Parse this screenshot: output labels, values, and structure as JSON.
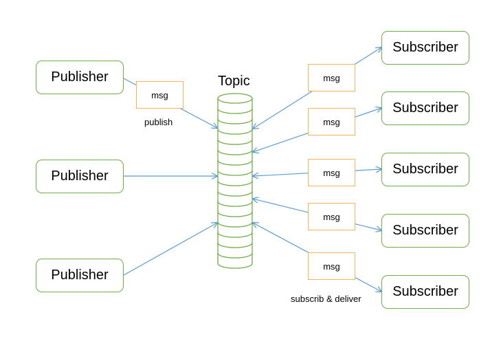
{
  "diagram": {
    "topic_label": "Topic",
    "publish_label": "publish",
    "subscribe_label": "subscrib & deliver",
    "publishers": [
      {
        "label": "Publisher"
      },
      {
        "label": "Publisher"
      },
      {
        "label": "Publisher"
      }
    ],
    "subscribers": [
      {
        "label": "Subscriber"
      },
      {
        "label": "Subscriber"
      },
      {
        "label": "Subscriber"
      },
      {
        "label": "Subscriber"
      },
      {
        "label": "Subscriber"
      }
    ],
    "publish_msgs": [
      {
        "label": "msg"
      }
    ],
    "deliver_msgs": [
      {
        "label": "msg"
      },
      {
        "label": "msg"
      },
      {
        "label": "msg"
      },
      {
        "label": "msg"
      },
      {
        "label": "msg"
      }
    ]
  },
  "colors": {
    "box_border": "#70ad47",
    "msg_border": "#f4b455",
    "arrow": "#5b9bd5",
    "cylinder": "#70ad47"
  }
}
